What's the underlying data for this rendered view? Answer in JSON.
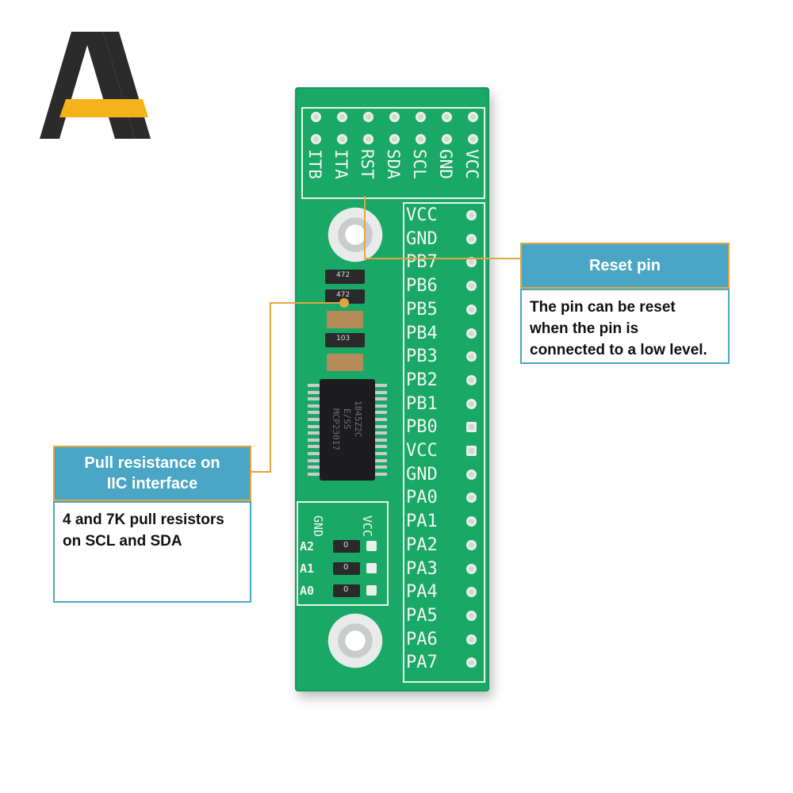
{
  "logo": {
    "icon": "letter-a-logo",
    "colors": {
      "dark": "#2b2b2b",
      "accent": "#f5b31b"
    }
  },
  "board": {
    "top_header_labels": [
      "VCC",
      "GND",
      "SCL",
      "SDA",
      "RST",
      "ITA",
      "ITB"
    ],
    "right_pin_labels": [
      "VCC",
      "GND",
      "PB7",
      "PB6",
      "PB5",
      "PB4",
      "PB3",
      "PB2",
      "PB1",
      "PB0",
      "VCC",
      "GND",
      "PA0",
      "PA1",
      "PA2",
      "PA3",
      "PA4",
      "PA5",
      "PA6",
      "PA7"
    ],
    "address_labels": [
      "A2",
      "A1",
      "A0"
    ],
    "address_header": [
      "GND",
      "VCC"
    ],
    "chip_marking": [
      "MCP23017",
      "E/SS",
      "1845Z2C"
    ],
    "resistor_markings": [
      "472",
      "472",
      "103"
    ],
    "jumper_marking": "0",
    "colors": {
      "pcb": "#1aa866",
      "silkscreen": "#f2f6f2"
    }
  },
  "callouts": {
    "reset": {
      "title": "Reset pin",
      "body": [
        "The pin can be reset",
        "when the pin is",
        "connected to a low level."
      ]
    },
    "pull": {
      "title_lines": [
        "Pull resistance on",
        "IIC interface"
      ],
      "body": [
        "4 and 7K pull resistors",
        "on SCL and SDA"
      ]
    },
    "colors": {
      "head_bg": "#4aa6c4",
      "border": "#e0a640"
    }
  }
}
